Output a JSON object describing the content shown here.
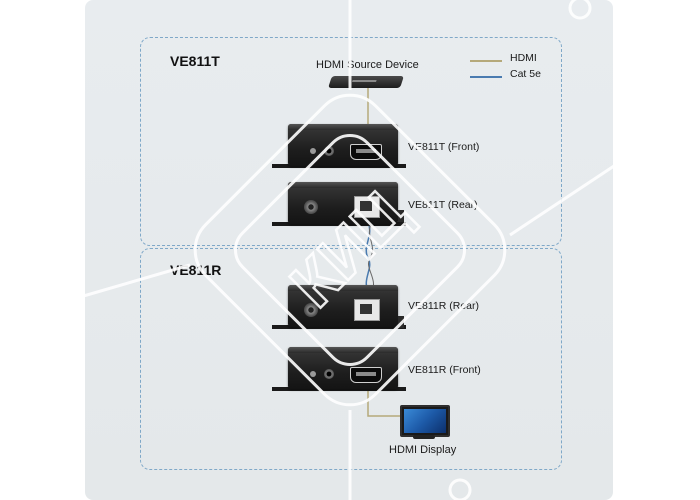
{
  "zones": {
    "transmitter_title": "VE811T",
    "receiver_title": "VE811R"
  },
  "legend": {
    "hdmi_label": "HDMI",
    "hdmi_color": "#b5a97a",
    "cat5e_label": "Cat 5e",
    "cat5e_color": "#4a7bb0"
  },
  "devices": {
    "source_label": "HDMI Source Device",
    "tx_front_label": "VE811T (Front)",
    "tx_rear_label": "VE811T (Rear)",
    "rx_rear_label": "VE811R (Rear)",
    "rx_front_label": "VE811R (Front)",
    "display_label": "HDMI Display"
  },
  "watermark": {
    "text": "КИЦ",
    "color": "#ffffff"
  }
}
